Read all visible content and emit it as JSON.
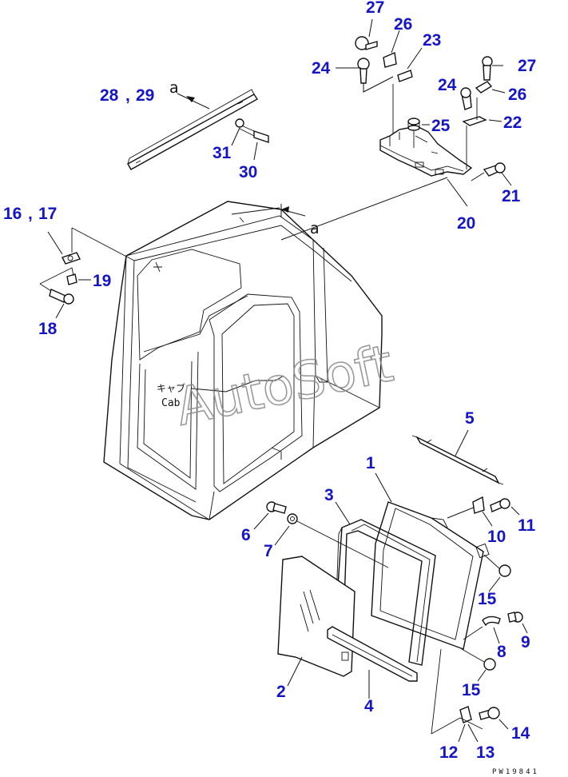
{
  "diagram": {
    "callouts": {
      "p1": "1",
      "p2": "2",
      "p3": "3",
      "p4": "4",
      "p5": "5",
      "p6": "6",
      "p7": "7",
      "p8": "8",
      "p9": "9",
      "p10": "10",
      "p11": "11",
      "p12": "12",
      "p13": "13",
      "p14": "14",
      "p15a": "15",
      "p15b": "15",
      "p16": "16",
      "p17": "17",
      "p18": "18",
      "p19": "19",
      "p20": "20",
      "p21": "21",
      "p22": "22",
      "p23": "23",
      "p24a": "24",
      "p24b": "24",
      "p25": "25",
      "p26a": "26",
      "p26b": "26",
      "p27a": "27",
      "p27b": "27",
      "p28": "28",
      "p29": "29",
      "p30": "30",
      "p31": "31"
    },
    "separator": ",",
    "view_label_top": "a",
    "view_label_cab": "a",
    "cab_label_jp": "キャブ",
    "cab_label_en": "Cab",
    "watermark": "AutoSoft",
    "drawing_code": "PW19841",
    "colors": {
      "callout": "#1515c8",
      "line": "#111111",
      "watermark": "#8a8a8a"
    }
  }
}
